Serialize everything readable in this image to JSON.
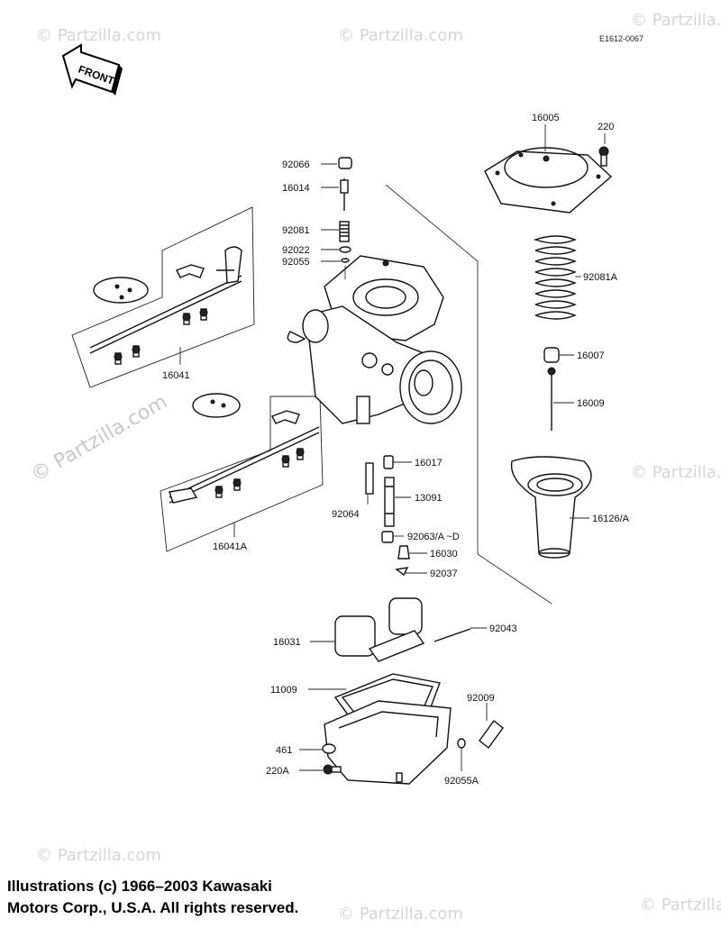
{
  "diagram_code": "E1612-0067",
  "front_label": "FRONT",
  "watermark": "© Partzilla.com",
  "copyright": {
    "line1": "Illustrations (c) 1966–2003 Kawasaki",
    "line2": "Motors Corp., U.S.A.  All rights reserved."
  },
  "callouts": {
    "p16005": "16005",
    "p220": "220",
    "p92066": "92066",
    "p16014": "16014",
    "p92081": "92081",
    "p92022": "92022",
    "p92055": "92055",
    "p92081A": "92081A",
    "p16007": "16007",
    "p16009": "16009",
    "p16041": "16041",
    "p16041A": "16041A",
    "p16017": "16017",
    "p92064": "92064",
    "p13091": "13091",
    "p92063": "92063/A ~D",
    "p16030": "16030",
    "p92037": "92037",
    "p16126": "16126/A",
    "p16031": "16031",
    "p92043": "92043",
    "p11009": "11009",
    "p92009": "92009",
    "p461": "461",
    "p220A": "220A",
    "p92055A": "92055A"
  }
}
